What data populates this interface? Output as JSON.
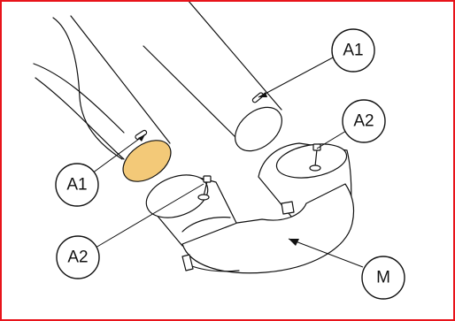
{
  "frame": {
    "border_color": "#e8141b"
  },
  "cut_face_color": "#f3c978",
  "callouts": {
    "a1_top": "A1",
    "a1_left": "A1",
    "a2_right": "A2",
    "a2_left": "A2",
    "m": "M"
  }
}
